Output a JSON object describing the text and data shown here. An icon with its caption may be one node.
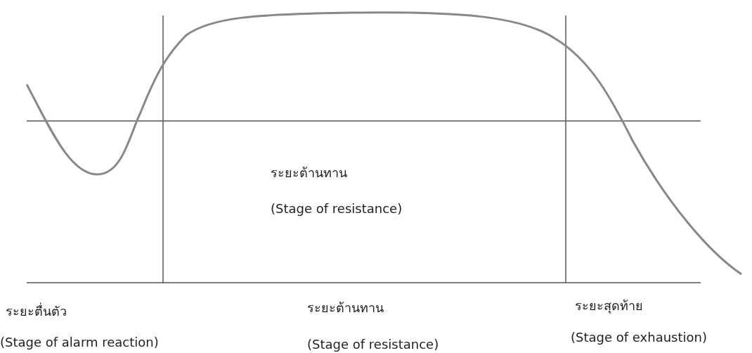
{
  "diagram": {
    "labels": [
      "ระยะต้านทาน",
      "(Stage of resistance)",
      "ระยะตื่นตัว",
      "(Stage of alarm reaction)",
      "ระยะต้านทาน",
      "(Stage of resistance)",
      "ระยะสุดท้าย",
      "(Stage of exhaustion)"
    ]
  }
}
